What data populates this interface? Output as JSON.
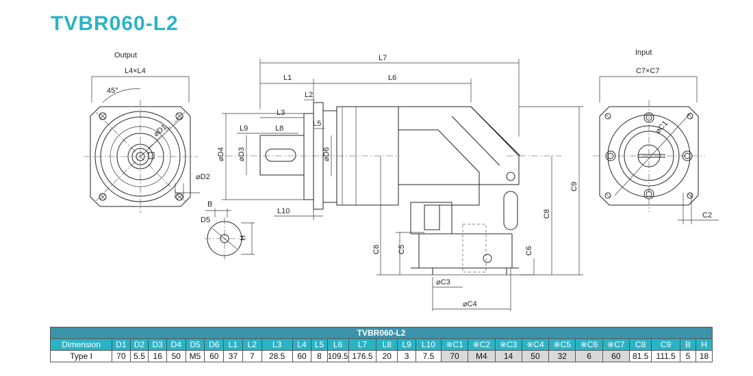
{
  "title": "TVBR060-L2",
  "drawing": {
    "labels": {
      "output": "Output",
      "input": "Input",
      "l4xl4": "L4×L4",
      "c7xc7": "C7×C7",
      "angle": "45°",
      "d1": "⌀D1",
      "d2": "⌀D2",
      "d3": "⌀D3",
      "d4": "⌀D4",
      "d6": "⌀D6",
      "d5": "D5",
      "b": "B",
      "h": "H",
      "l1": "L1",
      "l2": "L2",
      "l3": "L3",
      "l5": "L5",
      "l6": "L6",
      "l7": "L7",
      "l8": "L8",
      "l9": "L9",
      "l10": "L10",
      "c1": "⌀C1",
      "c2": "C2",
      "c3": "⌀C3",
      "c4": "⌀C4",
      "c5": "C5",
      "c6": "C6",
      "c8": "C8",
      "c8b": "C8",
      "c9": "C9"
    }
  },
  "table": {
    "title": "TVBR060-L2",
    "headers": [
      "Dimension",
      "D1",
      "D2",
      "D3",
      "D4",
      "D5",
      "D6",
      "L1",
      "L2",
      "L3",
      "L4",
      "L5",
      "L6",
      "L7",
      "L8",
      "L9",
      "L10",
      "※C1",
      "※C2",
      "※C3",
      "※C4",
      "※C5",
      "※C6",
      "※C7",
      "C8",
      "C9",
      "B",
      "H"
    ],
    "row": [
      "Type I",
      "70",
      "5.5",
      "16",
      "50",
      "M5",
      "60",
      "37",
      "7",
      "28.5",
      "60",
      "8",
      "109.5",
      "176.5",
      "20",
      "3",
      "7.5",
      "70",
      "M4",
      "14",
      "50",
      "32",
      "6",
      "60",
      "81.5",
      "111.5",
      "5",
      "18"
    ],
    "gray_columns": [
      "※C1",
      "※C2",
      "※C3",
      "※C4",
      "※C5",
      "※C6",
      "※C7"
    ]
  }
}
